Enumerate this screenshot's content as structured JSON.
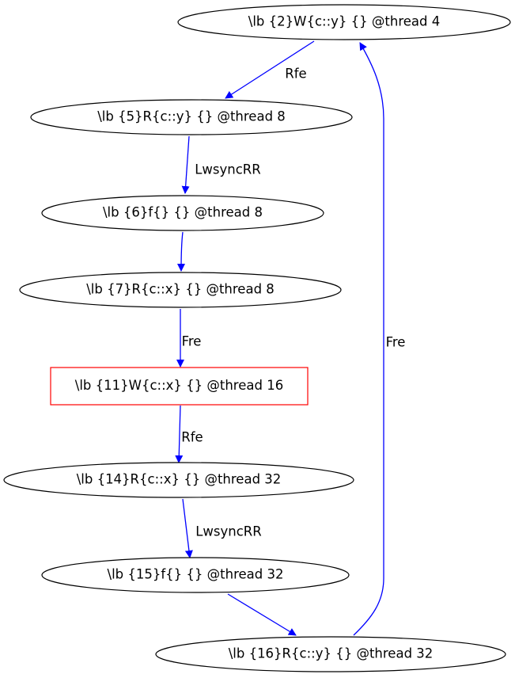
{
  "colors": {
    "edge": "#0000ff",
    "node_stroke": "#000000",
    "highlight_stroke": "#ff0000",
    "background": "#ffffff"
  },
  "nodes": [
    {
      "id": "n2",
      "label": "\\lb {2}W{c::y} {} @thread 4",
      "shape": "ellipse"
    },
    {
      "id": "n5",
      "label": "\\lb {5}R{c::y} {} @thread 8",
      "shape": "ellipse"
    },
    {
      "id": "n6",
      "label": "\\lb {6}f{} {} @thread 8",
      "shape": "ellipse"
    },
    {
      "id": "n7",
      "label": "\\lb {7}R{c::x} {} @thread 8",
      "shape": "ellipse"
    },
    {
      "id": "n11",
      "label": "\\lb {11}W{c::x} {} @thread 16",
      "shape": "box",
      "highlight": true
    },
    {
      "id": "n14",
      "label": "\\lb {14}R{c::x} {} @thread 32",
      "shape": "ellipse"
    },
    {
      "id": "n15",
      "label": "\\lb {15}f{} {} @thread 32",
      "shape": "ellipse"
    },
    {
      "id": "n16",
      "label": "\\lb {16}R{c::y} {} @thread 32",
      "shape": "ellipse"
    }
  ],
  "edges": [
    {
      "from": "n2",
      "to": "n5",
      "label": "Rfe"
    },
    {
      "from": "n5",
      "to": "n6",
      "label": "LwsyncRR"
    },
    {
      "from": "n6",
      "to": "n7",
      "label": ""
    },
    {
      "from": "n7",
      "to": "n11",
      "label": "Fre"
    },
    {
      "from": "n11",
      "to": "n14",
      "label": "Rfe"
    },
    {
      "from": "n14",
      "to": "n15",
      "label": "LwsyncRR"
    },
    {
      "from": "n15",
      "to": "n16",
      "label": ""
    },
    {
      "from": "n16",
      "to": "n2",
      "label": "Fre"
    }
  ]
}
